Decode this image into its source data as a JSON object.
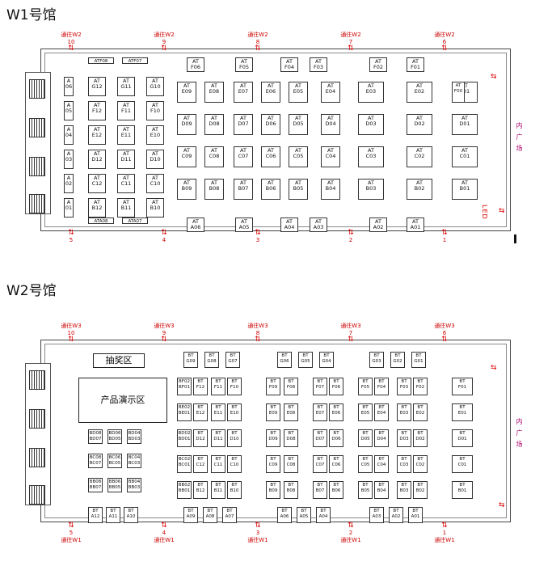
{
  "halls": [
    {
      "id": "w1",
      "title": "W1号馆",
      "top_gates": [
        {
          "label": "通往W2",
          "num": "10"
        },
        {
          "label": "通往W2",
          "num": "9"
        },
        {
          "label": "通往W2",
          "num": "8"
        },
        {
          "label": "通往W2",
          "num": "7"
        },
        {
          "label": "通往W2",
          "num": "6"
        }
      ],
      "bottom_gates": [
        {
          "label": "",
          "num": "5"
        },
        {
          "label": "",
          "num": "4"
        },
        {
          "label": "",
          "num": "3"
        },
        {
          "label": "",
          "num": "2"
        },
        {
          "label": "",
          "num": "1"
        }
      ],
      "side_label": "内广场",
      "side_extra": "LED",
      "booths_left_col": [
        "A 06",
        "A 05",
        "A 04",
        "A 03",
        "A 02",
        "A 01"
      ],
      "booths_grid_left": [
        [
          "AT G12",
          "AT G11",
          "AT G10"
        ],
        [
          "AT F12",
          "AT F11",
          "AT F10"
        ],
        [
          "AT E12",
          "AT E11",
          "AT E10"
        ],
        [
          "AT D12",
          "AT D11",
          "AT D10"
        ],
        [
          "AT C12",
          "AT C11",
          "AT C10"
        ],
        [
          "AT B12",
          "AT B11",
          "AT B10"
        ]
      ],
      "top_row": [
        "ATF08",
        "ATF07",
        "AT F06",
        "AT F05",
        "AT F04",
        "AT F03",
        "AT F02",
        "AT F01"
      ],
      "bottom_row": [
        "ATA08",
        "ATA07",
        "AT A06",
        "AT A05",
        "AT A04",
        "AT A03",
        "AT A02",
        "AT A01"
      ],
      "grid_right": [
        [
          "AT E09",
          "AT E08",
          "AT E07",
          "AT E06",
          "AT E05",
          "AT E04",
          "AT E03",
          "AT E02",
          "AT E01"
        ],
        [
          "AT D09",
          "AT D08",
          "AT D07",
          "AT D06",
          "AT D05",
          "AT D04",
          "AT D03",
          "AT D02",
          "AT D01"
        ],
        [
          "AT C09",
          "AT C08",
          "AT C07",
          "AT C06",
          "AT C05",
          "AT C04",
          "AT C03",
          "AT C02",
          "AT C01"
        ],
        [
          "AT B09",
          "AT B08",
          "AT B07",
          "AT B06",
          "AT B05",
          "AT B04",
          "AT B03",
          "AT B02",
          "AT B01"
        ]
      ],
      "extra_booth": "AT F00"
    },
    {
      "id": "w2",
      "title": "W2号馆",
      "top_gates": [
        {
          "label": "通往W3",
          "num": "10"
        },
        {
          "label": "通往W3",
          "num": "9"
        },
        {
          "label": "通往W3",
          "num": "8"
        },
        {
          "label": "通往W3",
          "num": "7"
        },
        {
          "label": "通往W3",
          "num": "6"
        }
      ],
      "bottom_gates": [
        {
          "label": "通往W1",
          "num": "5"
        },
        {
          "label": "通往W1",
          "num": "4"
        },
        {
          "label": "通往W1",
          "num": "3"
        },
        {
          "label": "通往W1",
          "num": "2"
        },
        {
          "label": "通往W1",
          "num": "1"
        }
      ],
      "side_label": "内广场",
      "lottery": "抽奖区",
      "demo": "产品演示区",
      "top_row": [
        "BT G09",
        "BT G08",
        "BT G07",
        "BT G06",
        "BT G05",
        "BT G04",
        "BT G03",
        "BT G02",
        "BT G01"
      ],
      "bottom_row": [
        "BT A12",
        "BT A11",
        "BT A10",
        "BT A09",
        "BT A08",
        "BT A07",
        "BT A06",
        "BT A05",
        "BT A04",
        "BT A03",
        "BT A02",
        "BT A01"
      ],
      "left_small": [
        [
          "BD08 BD07",
          "BD06 BD05",
          "BD04 BD03"
        ],
        [
          "BC08 BC07",
          "BC06 BC05",
          "BC04 BC03"
        ],
        [
          "BB08 BB07",
          "BB06 BB05",
          "BB04 BB03"
        ]
      ],
      "grid": [
        [
          "BF02 BF01",
          "BT F12",
          "BT F11",
          "BT F10",
          "BT F09",
          "BT F08",
          "BT F07",
          "BT F06",
          "BT F05",
          "BT F04",
          "BT F03",
          "BT F02",
          "BT F01"
        ],
        [
          "BE02 BE01",
          "BT E12",
          "BT E11",
          "BT E10",
          "BT E09",
          "BT E08",
          "BT E07",
          "BT E06",
          "BT E05",
          "BT E04",
          "BT E03",
          "BT E02",
          "BT E01"
        ],
        [
          "BD02 BD01",
          "BT D12",
          "BT D11",
          "BT D10",
          "BT D09",
          "BT D08",
          "BT D07",
          "BT D06",
          "BT D05",
          "BT D04",
          "BT D03",
          "BT D02",
          "BT D01"
        ],
        [
          "BC02 BC01",
          "BT C12",
          "BT C11",
          "BT C10",
          "BT C09",
          "BT C08",
          "BT C07",
          "BT C06",
          "BT C05",
          "BT C04",
          "BT C03",
          "BT C02",
          "BT C01"
        ],
        [
          "BB02 BB01",
          "BT B12",
          "BT B11",
          "BT B10",
          "BT B09",
          "BT B08",
          "BT B07",
          "BT B06",
          "BT B05",
          "BT B04",
          "BT B03",
          "BT B02",
          "BT B01"
        ]
      ]
    }
  ]
}
